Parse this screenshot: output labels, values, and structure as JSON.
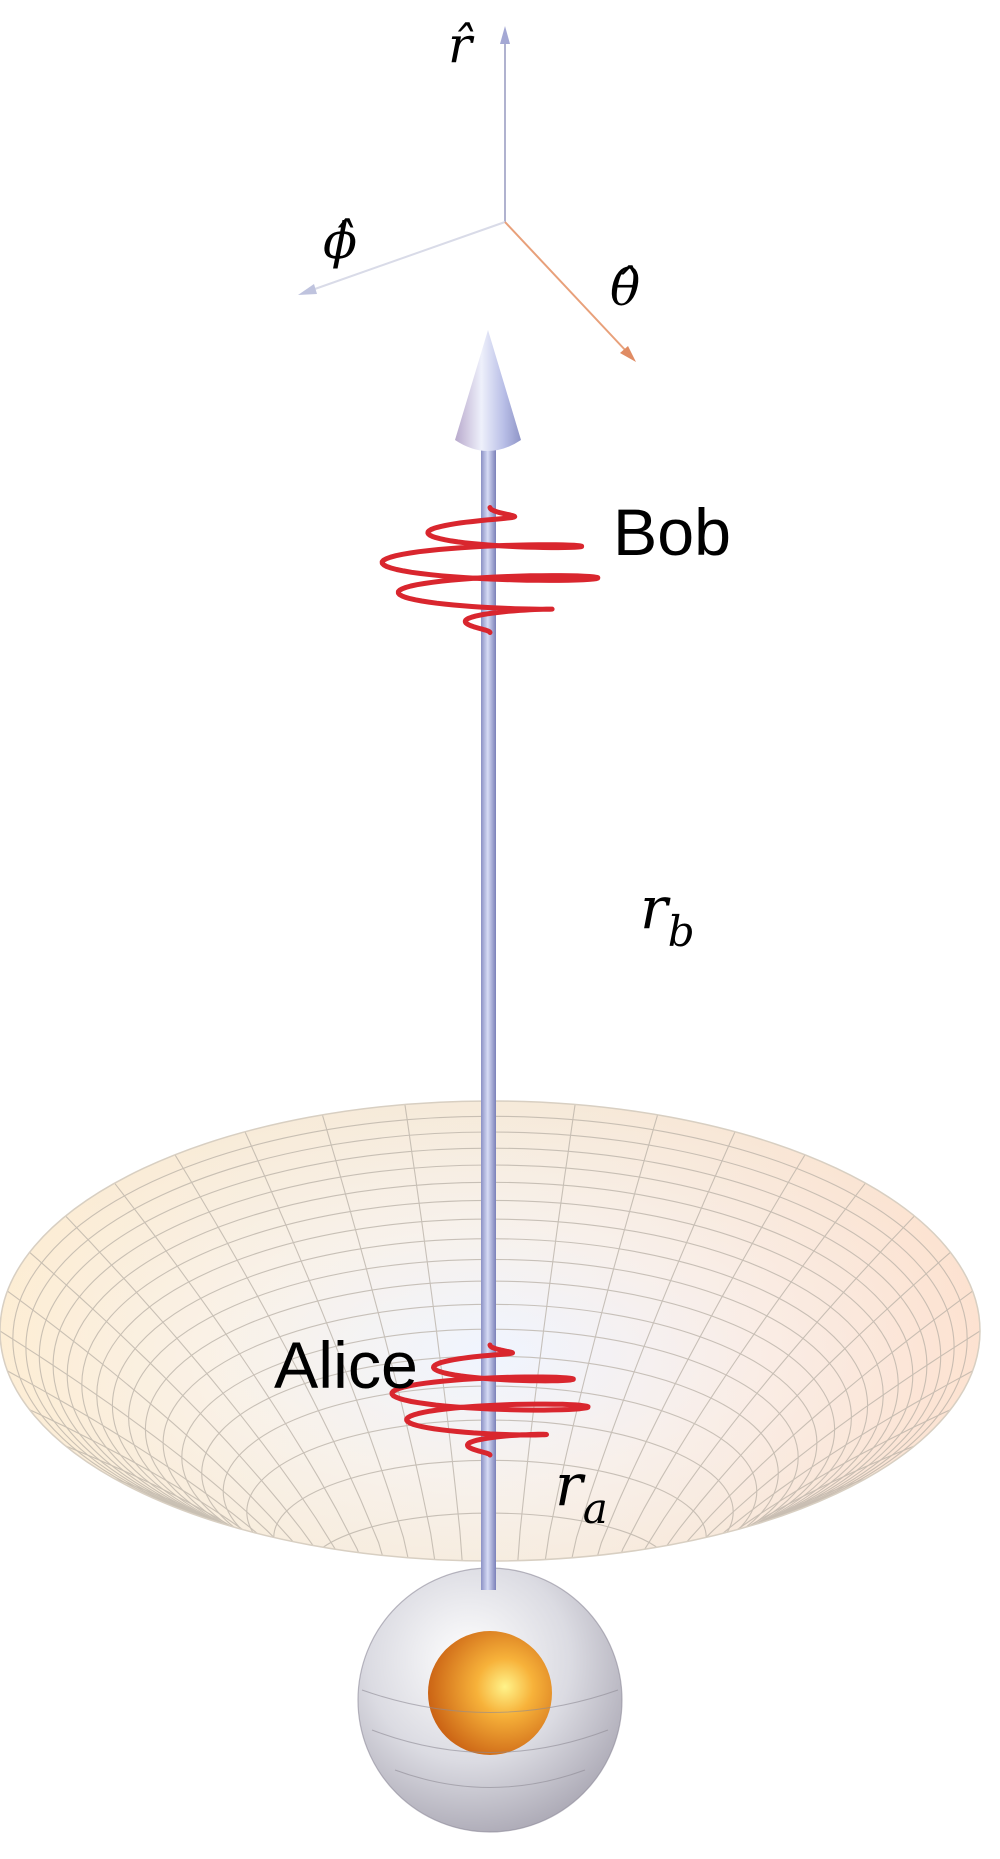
{
  "axes": {
    "r_hat": "r̂",
    "phi_hat": "ϕ̂",
    "theta_hat": "θ̂"
  },
  "labels": {
    "bob": "Bob",
    "alice": "Alice",
    "r_b_base": "r",
    "r_b_sub": "b",
    "r_a_base": "r",
    "r_a_sub": "a"
  },
  "colors": {
    "arrow": "#a9afd8",
    "wave": "#d9262e",
    "funnel_grid": "#b8b0a6",
    "funnel_fill": "#fbead2",
    "planet_core": "#f08a1c",
    "sphere": "#c9c9d2",
    "axis_theta": "#e8a07a"
  },
  "icons": {
    "planet": "planet-icon",
    "wave_packet": "wave-packet-icon",
    "arrow": "radial-arrow-icon"
  }
}
